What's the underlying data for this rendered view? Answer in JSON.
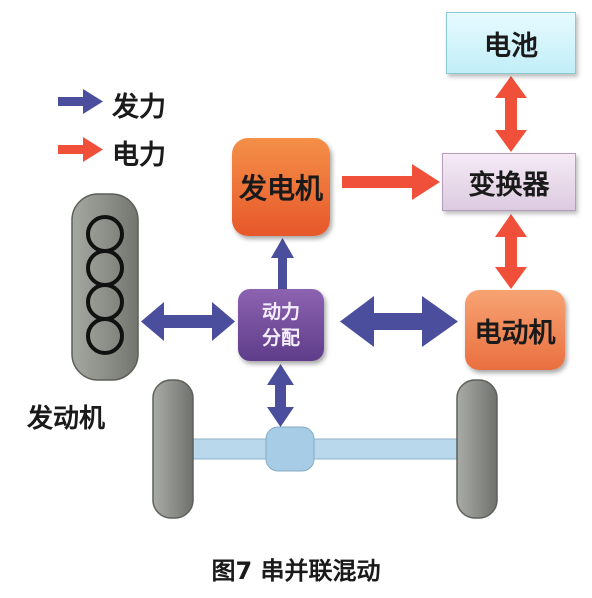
{
  "legend": {
    "mechanical_label": "发力",
    "electric_label": "电力"
  },
  "nodes": {
    "battery": "电池",
    "converter": "变换器",
    "generator": "发电机",
    "motor": "电动机",
    "power_split_line1": "动力",
    "power_split_line2": "分配",
    "engine": "发动机"
  },
  "caption": "图7  串并联混动",
  "colors": {
    "mechanical_arrow": "#4a4e9c",
    "electric_arrow": "#f0503a",
    "engine_body": "#8d8f8a",
    "axle": "#b9d8ec",
    "wheel": "#8c8f8c"
  }
}
